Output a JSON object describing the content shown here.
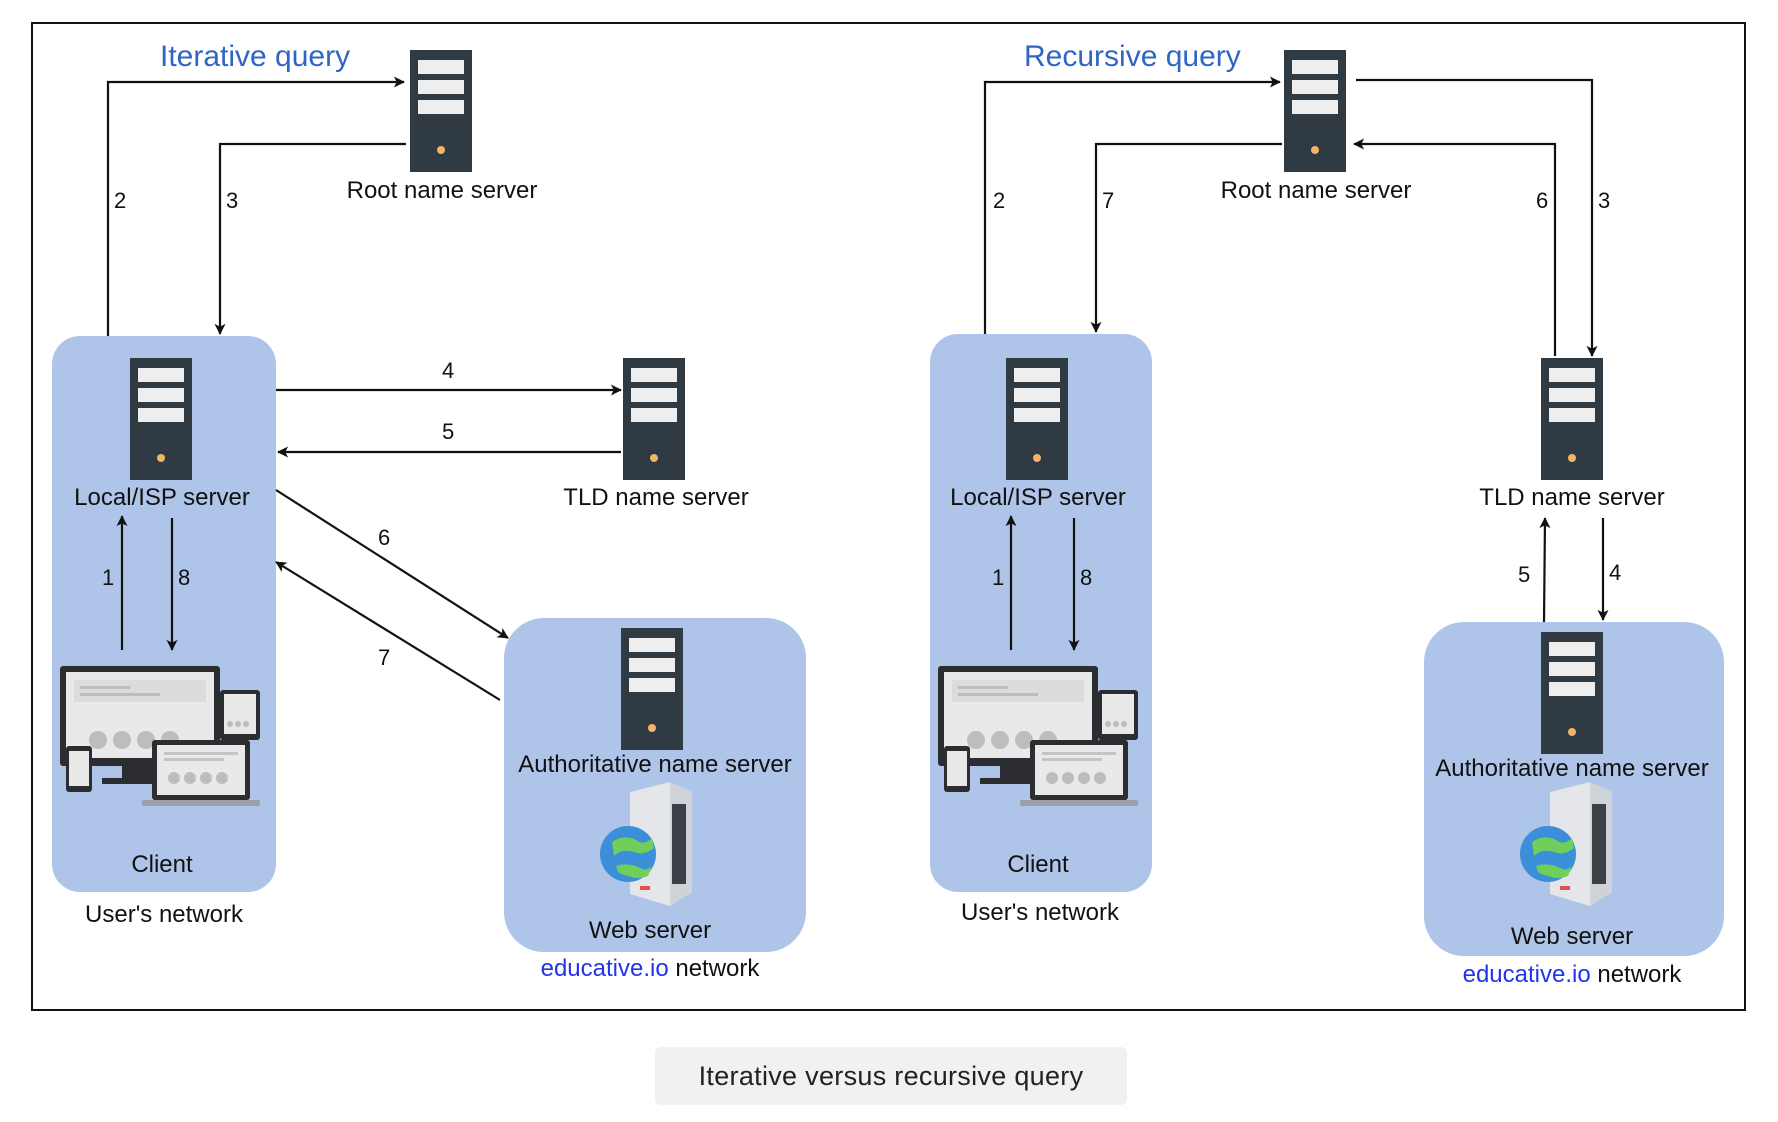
{
  "caption": "Iterative versus recursive query",
  "iterative": {
    "title": "Iterative query",
    "root_label": "Root name server",
    "tld_label": "TLD name server",
    "local_label": "Local/ISP server",
    "client_label": "Client",
    "users_network_label": "User's network",
    "auth_label": "Authoritative name server",
    "web_label": "Web server",
    "network_brand": "educative.io",
    "network_suffix": " network",
    "steps": [
      "1",
      "2",
      "3",
      "4",
      "5",
      "6",
      "7",
      "8"
    ]
  },
  "recursive": {
    "title": "Recursive query",
    "root_label": "Root name server",
    "tld_label": "TLD name server",
    "local_label": "Local/ISP server",
    "client_label": "Client",
    "users_network_label": "User's network",
    "auth_label": "Authoritative name server",
    "web_label": "Web server",
    "network_brand": "educative.io",
    "network_suffix": " network",
    "steps": [
      "1",
      "2",
      "3",
      "4",
      "5",
      "6",
      "7",
      "8"
    ]
  },
  "colors": {
    "server_dark": "#2f3a43",
    "server_slot": "#eeeeee",
    "server_led": "#f4b36a",
    "network_fill": "#aec4e8",
    "title_blue": "#2f66c4",
    "brand_blue": "#2233ee"
  },
  "icons": {
    "server": "server-rack-icon",
    "client": "devices-icon",
    "web": "web-server-globe-icon"
  }
}
